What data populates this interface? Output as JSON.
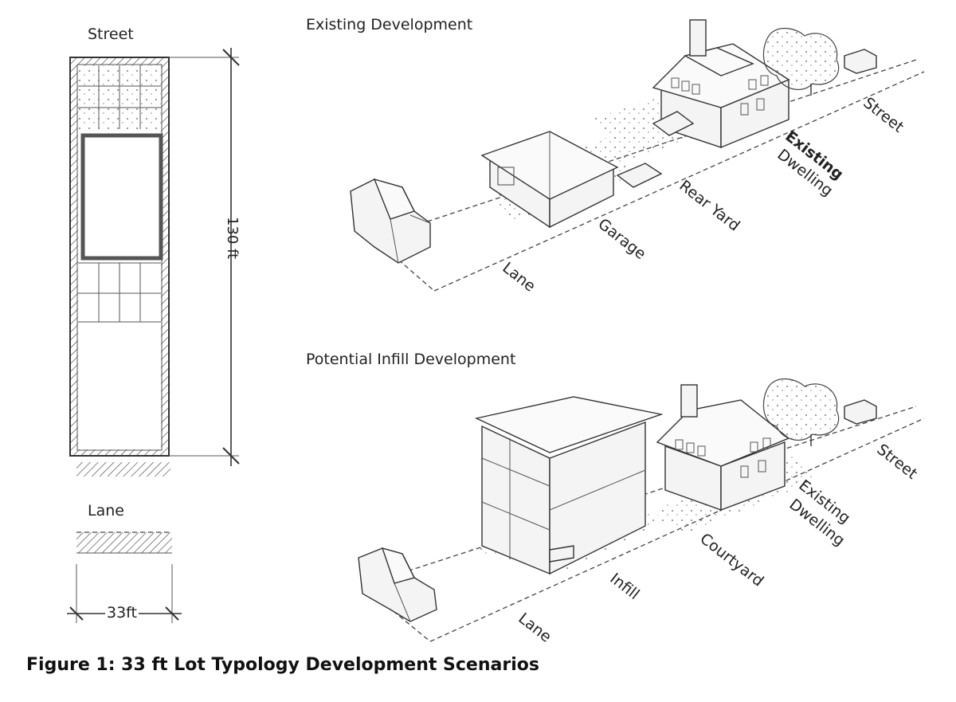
{
  "plan": {
    "street_label": "Street",
    "depth_label": "130 ft",
    "lane_label": "Lane",
    "width_label": "33ft"
  },
  "existing": {
    "title": "Existing Development",
    "labels": {
      "street": "Street",
      "existing": "Existing",
      "dwelling": "Dwelling",
      "rear_yard": "Rear Yard",
      "garage": "Garage",
      "lane": "Lane"
    }
  },
  "infill": {
    "title": "Potential Infill Development",
    "labels": {
      "street": "Street",
      "existing": "Existing",
      "dwelling": "Dwelling",
      "courtyard": "Courtyard",
      "infill": "Infill",
      "lane": "Lane"
    }
  },
  "caption": "Figure 1: 33 ft Lot Typology Development Scenarios"
}
